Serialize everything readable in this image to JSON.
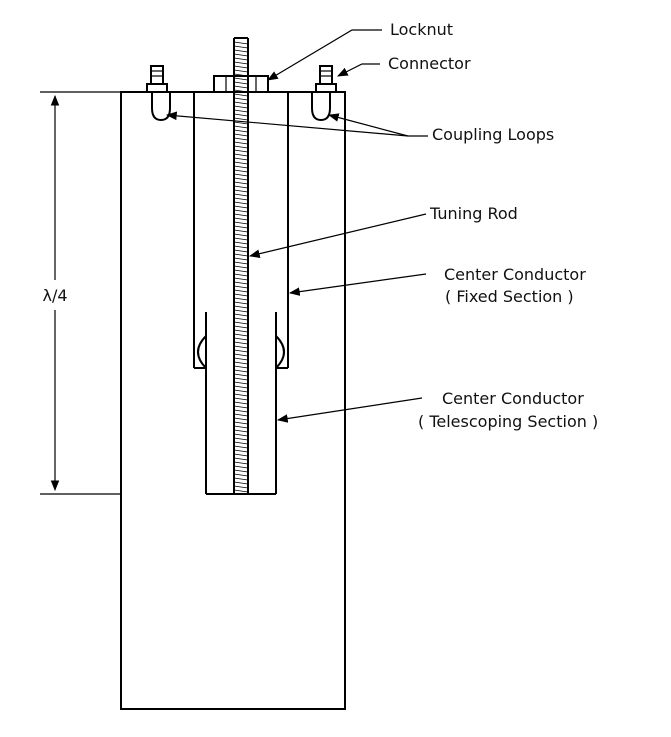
{
  "labels": {
    "locknut": "Locknut",
    "connector": "Connector",
    "coupling_loops": "Coupling Loops",
    "tuning_rod": "Tuning Rod",
    "center_fixed_line1": "Center Conductor",
    "center_fixed_line2": "( Fixed Section )",
    "center_tele_line1": "Center Conductor",
    "center_tele_line2": "( Telescoping Section )",
    "quarter_wave": "λ/4"
  }
}
